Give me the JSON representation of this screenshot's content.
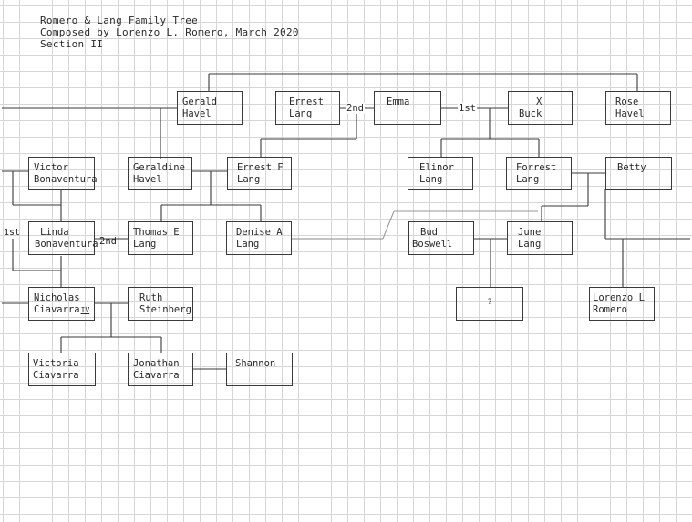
{
  "header": {
    "line1": "Romero & Lang Family Tree",
    "line2": "Composed by Lorenzo L. Romero, March 2020",
    "line3": "Section II"
  },
  "people": {
    "gerald_havel": {
      "first": "Gerald",
      "last": "Havel"
    },
    "ernest_lang": {
      "first": "Ernest",
      "last": "Lang"
    },
    "emma": {
      "first": "Emma",
      "last": ""
    },
    "x_buck": {
      "first": "X",
      "last": "Buck"
    },
    "rose_havel": {
      "first": "Rose",
      "last": "Havel"
    },
    "victor_bonaventura": {
      "first": "Victor",
      "last": "Bonaventura"
    },
    "geraldine_havel": {
      "first": "Geraldine",
      "last": "Havel"
    },
    "ernest_f_lang": {
      "first": "Ernest F",
      "last": "Lang"
    },
    "elinor_lang": {
      "first": "Elinor",
      "last": "Lang"
    },
    "forrest_lang": {
      "first": "Forrest",
      "last": "Lang"
    },
    "betty": {
      "first": "Betty",
      "last": ""
    },
    "linda_bonaventura": {
      "first": "Linda",
      "last": "Bonaventura"
    },
    "thomas_e_lang": {
      "first": "Thomas E",
      "last": "Lang"
    },
    "denise_a_lang": {
      "first": "Denise A",
      "last": "Lang"
    },
    "bud_boswell": {
      "first": "Bud",
      "last": "Boswell"
    },
    "june_lang": {
      "first": "June",
      "last": "Lang"
    },
    "unknown": {
      "first": "?",
      "last": ""
    },
    "lorenzo_l_romero": {
      "first": "Lorenzo L",
      "last": "Romero"
    },
    "nicholas_ciavarra": {
      "first": "Nicholas",
      "last": "Ciavarra"
    },
    "ruth_steinberg": {
      "first": "Ruth",
      "last": "Steinberg"
    },
    "victoria_ciavarra": {
      "first": "Victoria",
      "last": "Ciavarra"
    },
    "jonathan_ciavarra": {
      "first": "Jonathan",
      "last": "Ciavarra"
    },
    "shannon": {
      "first": "Shannon",
      "last": ""
    }
  },
  "relations": {
    "ernest_emma": "2nd",
    "emma_xbuck": "1st",
    "linda_thomas": "2nd",
    "linda_first": "1st",
    "nicholas_suffix": "IV"
  }
}
